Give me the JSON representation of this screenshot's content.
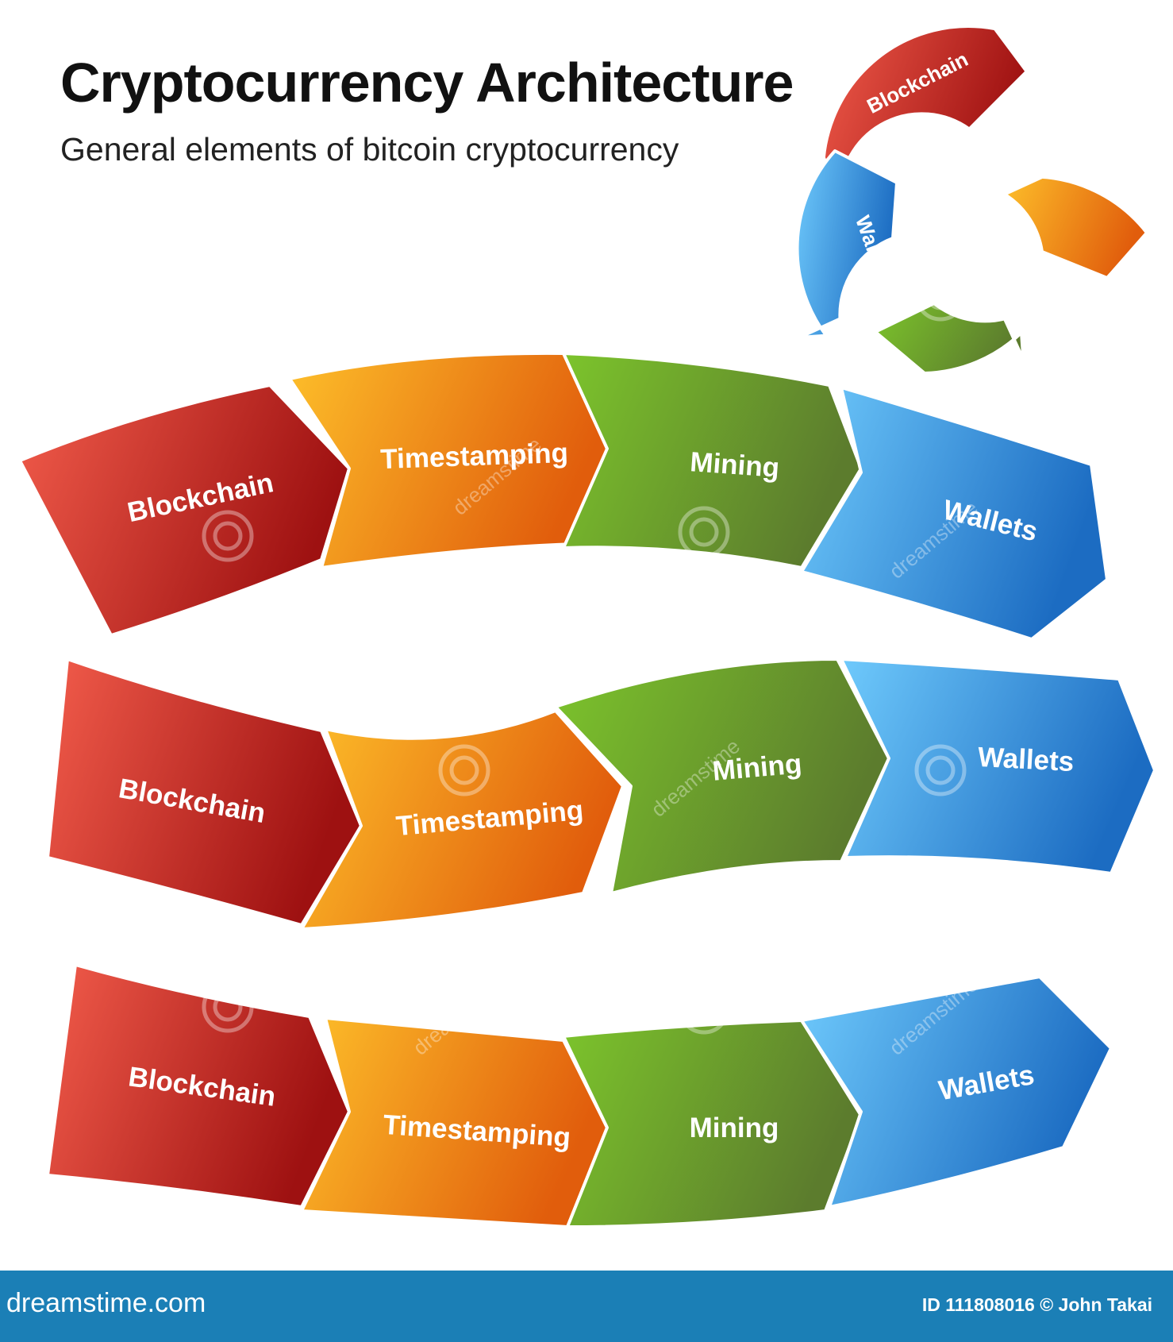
{
  "header": {
    "title": "Cryptocurrency Architecture",
    "subtitle": "General elements of bitcoin cryptocurrency"
  },
  "steps": [
    {
      "label": "Blockchain",
      "color_light": "#f25c4b",
      "color_dark": "#9e1111"
    },
    {
      "label": "Timestamping",
      "color_light": "#fdbf2a",
      "color_dark": "#e15d0c"
    },
    {
      "label": "Mining",
      "color_light": "#7cc42c",
      "color_dark": "#5c7c2d"
    },
    {
      "label": "Wallets",
      "color_light": "#6fcafc",
      "color_dark": "#1c6cc2"
    }
  ],
  "watermark": "dreamstime",
  "footer": {
    "brand": "dreamstime.com",
    "id_text": "ID 111808016 © John Takai",
    "background": "#1b7fb6"
  }
}
